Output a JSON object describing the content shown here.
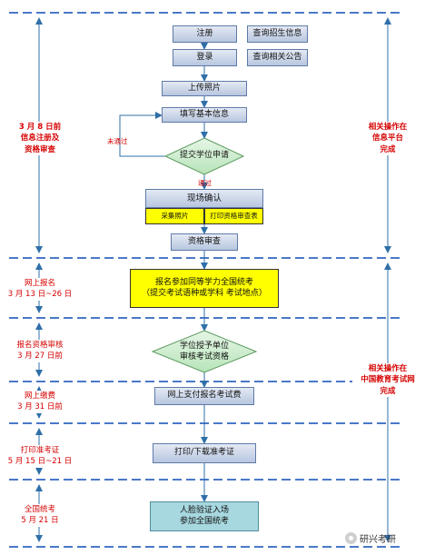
{
  "boxes": {
    "register": "注册",
    "query_admission": "查询招生信息",
    "login": "登录",
    "query_notice": "查询相关公告",
    "upload_photo": "上传照片",
    "fill_info": "填写基本信息",
    "submit_application": "提交学位申请",
    "onsite_confirm": "现场确认",
    "collect_photo": "采集照片",
    "print_review_form": "打印资格审查表",
    "qual_review": "资格审查",
    "signup_exam_line1": "报名参加同等学力全国统考",
    "signup_exam_line2": "（提交考试语种或学科  考试地点）",
    "unit_review_line1": "学位授予单位",
    "unit_review_line2": "审核考试资格",
    "pay_fee": "网上支付报名考试费",
    "print_ticket": "打印/下载准考证",
    "face_verify_line1": "人脸验证入场",
    "face_verify_line2": "参加全国统考"
  },
  "flow_labels": {
    "not_pass": "未通过",
    "pass": "通过"
  },
  "stages": {
    "stage1_line1": "3 月 8 日前",
    "stage1_line2": "信息注册及",
    "stage1_line3": "资格审查",
    "stage2_line1": "网上报名",
    "stage2_line2": "3 月 13 日~26 日",
    "stage3_line1": "报名资格审核",
    "stage3_line2": "3 月 27 日前",
    "stage4_line1": "网上缴费",
    "stage4_line2": "3 月 31 日前",
    "stage5_line1": "打印准考证",
    "stage5_line2": "5 月 15 日~21 日",
    "stage6_line1": "全国统考",
    "stage6_line2": "5 月 21 日"
  },
  "platforms": {
    "info_platform_line1": "相关操作在",
    "info_platform_line2": "信息平台",
    "info_platform_line3": "完成",
    "exam_platform_line1": "相关操作在",
    "exam_platform_line2": "中国教育考试网",
    "exam_platform_line3": "完成"
  },
  "watermark": "研兴考研",
  "colors": {
    "dashed_line": "#4a78c8",
    "red_text": "#d50000",
    "arrow": "#2f6fa8",
    "diamond_fill": "#c6efce"
  }
}
